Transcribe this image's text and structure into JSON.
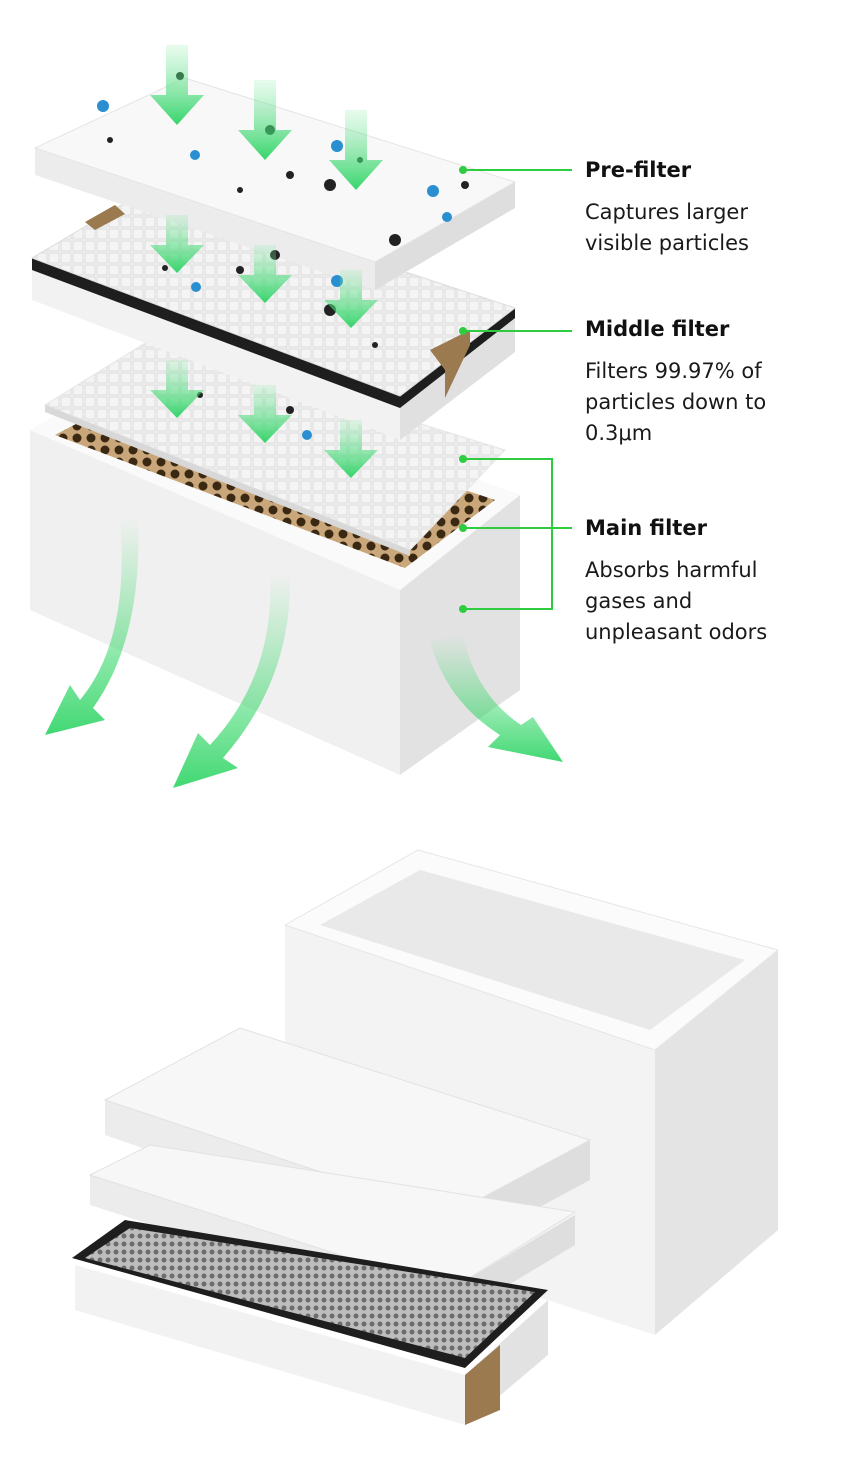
{
  "callouts": [
    {
      "title": "Pre-filter",
      "lines": [
        "Captures larger",
        "visible particles"
      ]
    },
    {
      "title": "Middle filter",
      "lines": [
        "Filters 99.97% of",
        "particles down to",
        "0.3μm"
      ]
    },
    {
      "title": "Main filter",
      "lines": [
        "Absorbs harmful",
        "gases and",
        "unpleasant odors"
      ]
    }
  ],
  "colors": {
    "accent": "#2ecc40",
    "arrow": "#3ddc6a",
    "particle_blue": "#2a8fd0",
    "frame": "#1e1e1e",
    "tape": "#9c7a4f",
    "carbon": "#5a4020"
  }
}
